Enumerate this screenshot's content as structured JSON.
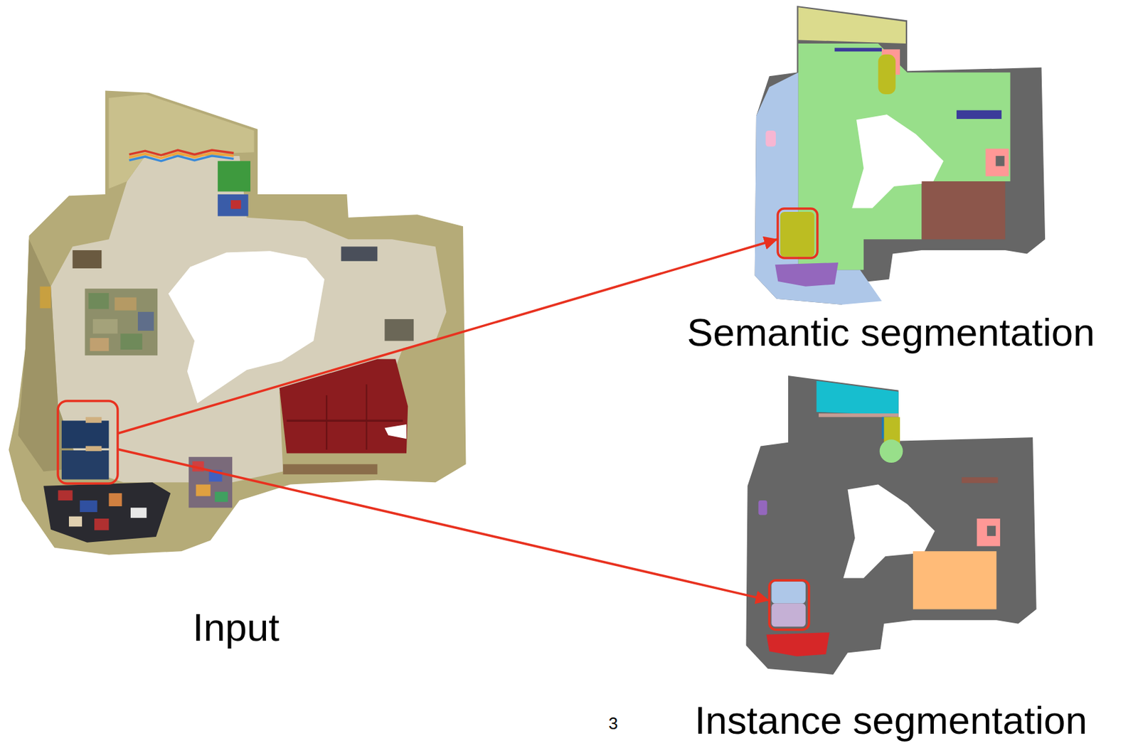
{
  "diagram": {
    "nodes": [
      {
        "text": [
          "Input"
        ]
      },
      {
        "text": [
          "Semantic segmentation"
        ]
      },
      {
        "text": [
          "Instance segmentation"
        ]
      }
    ],
    "edges": [
      {
        "from": 0,
        "to": 1,
        "arrow": "to"
      },
      {
        "from": 0,
        "to": 2,
        "arrow": "to"
      }
    ],
    "labels": [
      "3"
    ]
  }
}
